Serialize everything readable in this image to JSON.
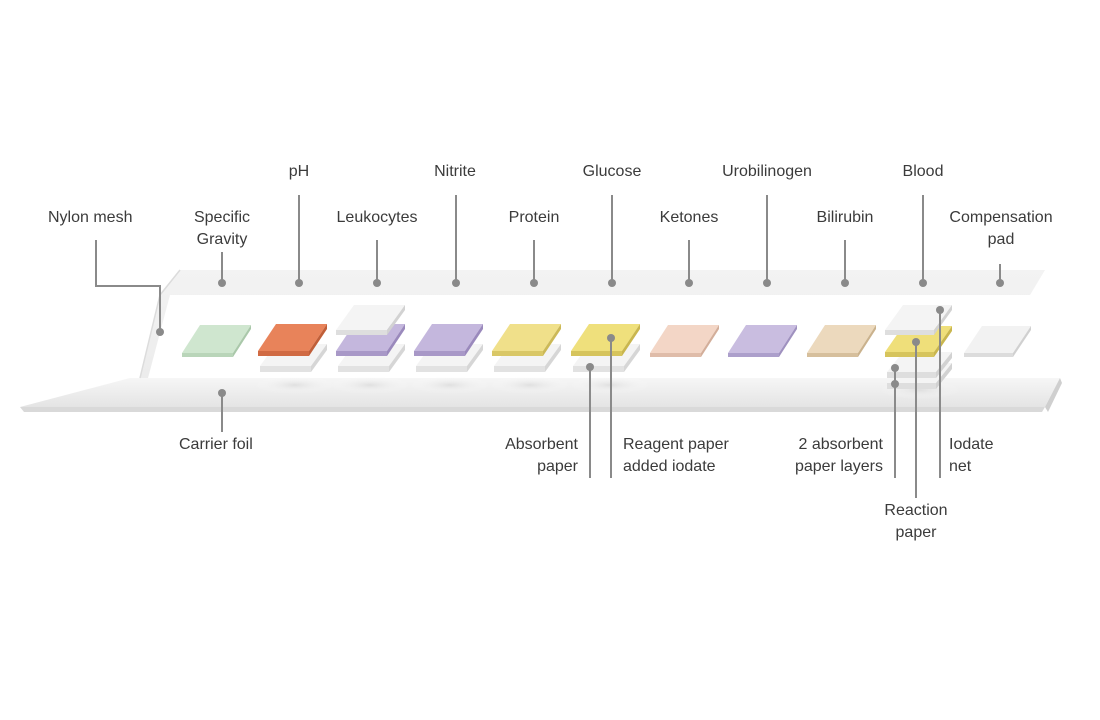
{
  "labels": {
    "nylon_mesh": "Nylon mesh",
    "specific_gravity": [
      "Specific",
      "Gravity"
    ],
    "ph": "pH",
    "leukocytes": "Leukocytes",
    "nitrite": "Nitrite",
    "protein": "Protein",
    "glucose": "Glucose",
    "ketones": "Ketones",
    "urobilinogen": "Urobilinogen",
    "bilirubin": "Bilirubin",
    "blood": "Blood",
    "compensation_pad": [
      "Compensation",
      "pad"
    ],
    "carrier_foil": "Carrier foil",
    "absorbent_paper": [
      "Absorbent",
      "paper"
    ],
    "reagent_paper": [
      "Reagent paper",
      "added iodate"
    ],
    "two_absorbent_layers": [
      "2 absorbent",
      "paper layers"
    ],
    "iodate_net": [
      "Iodate",
      "net"
    ],
    "reaction_paper": [
      "Reaction",
      "paper"
    ]
  },
  "colors": {
    "specific_gravity_pad": "#cfe6cf",
    "ph_pad": "#e8835a",
    "leukocytes_pad": "#c4b7dd",
    "nitrite_pad": "#c4b7dd",
    "protein_pad": "#f0e08a",
    "glucose_pad": "#efe07c",
    "ketones_pad": "#f3d6c6",
    "urobilinogen_pad": "#c9bde0",
    "bilirubin_pad": "#ecd9bd",
    "blood_pad": "#efdf7a",
    "compensation_pad": "#f2f2f2",
    "white_layer": "#f4f4f4",
    "leader_line": "#8a8a8a"
  }
}
